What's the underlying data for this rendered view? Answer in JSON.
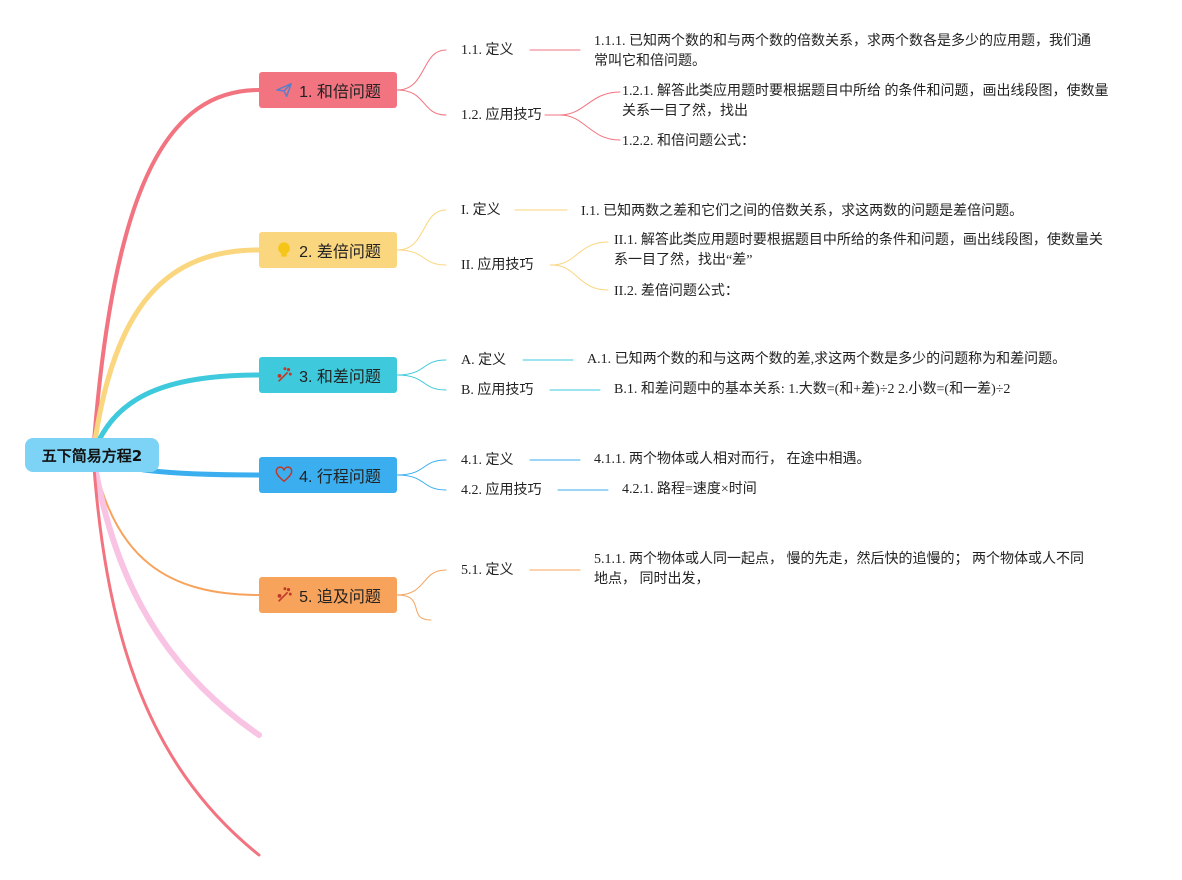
{
  "root": {
    "label": "五下简易方程2"
  },
  "branches": [
    {
      "label": "1. 和倍问题",
      "color": "#f27480",
      "icon": "paper-plane-icon",
      "icon_color": "#5b7fc7",
      "children": [
        {
          "label": "1.1. 定义",
          "leaves": [
            {
              "label": "1.1.1. 已知两个数的和与两个数的倍数关系，求两个数各是多少的应用题，我们通常叫它和倍问题。"
            }
          ]
        },
        {
          "label": "1.2. 应用技巧",
          "leaves": [
            {
              "label": "1.2.1. 解答此类应用题时要根据题目中所给 的条件和问题，画出线段图，使数量关系一目了然，找出"
            },
            {
              "label": "1.2.2. 和倍问题公式："
            }
          ]
        }
      ]
    },
    {
      "label": "2. 差倍问题",
      "color": "#fad67e",
      "icon": "lightbulb-icon",
      "icon_color": "#f5c518",
      "children": [
        {
          "label": "I. 定义",
          "leaves": [
            {
              "label": "I.1. 已知两数之差和它们之间的倍数关系，求这两数的问题是差倍问题。"
            }
          ]
        },
        {
          "label": "II. 应用技巧",
          "leaves": [
            {
              "label": "II.1. 解答此类应用题时要根据题目中所给的条件和问题，画出线段图，使数量关系一目了然，找出“差”"
            },
            {
              "label": "II.2. 差倍问题公式："
            }
          ]
        }
      ]
    },
    {
      "label": "3. 和差问题",
      "color": "#3ec9dc",
      "icon": "magic-wand-icon",
      "icon_color": "#c0392b",
      "children": [
        {
          "label": "A. 定义",
          "leaves": [
            {
              "label": "A.1. 已知两个数的和与这两个数的差,求这两个数是多少的问题称为和差问题。"
            }
          ]
        },
        {
          "label": "B. 应用技巧",
          "leaves": [
            {
              "label": "B.1. 和差问题中的基本关系: 1.大数=(和+差)÷2 2.小数=(和一差)÷2"
            }
          ]
        }
      ]
    },
    {
      "label": "4. 行程问题",
      "color": "#3aaeee",
      "icon": "heart-icon",
      "icon_color": "#c0392b",
      "children": [
        {
          "label": "4.1. 定义",
          "leaves": [
            {
              "label": "4.1.1. 两个物体或人相对而行， 在途中相遇。"
            }
          ]
        },
        {
          "label": "4.2. 应用技巧",
          "leaves": [
            {
              "label": "4.2.1. 路程=速度×时间"
            }
          ]
        }
      ]
    },
    {
      "label": "5. 追及问题",
      "color": "#f7a35c",
      "icon": "magic-wand-icon",
      "icon_color": "#c0392b",
      "children": [
        {
          "label": "5.1. 定义",
          "leaves": [
            {
              "label": "5.1.1. 两个物体或人同一起点， 慢的先走，然后快的追慢的； 两个物体或人不同地点， 同时出发，"
            }
          ]
        }
      ]
    }
  ],
  "extra_branch_colors": [
    "#f9c4e4",
    "#f27480"
  ]
}
